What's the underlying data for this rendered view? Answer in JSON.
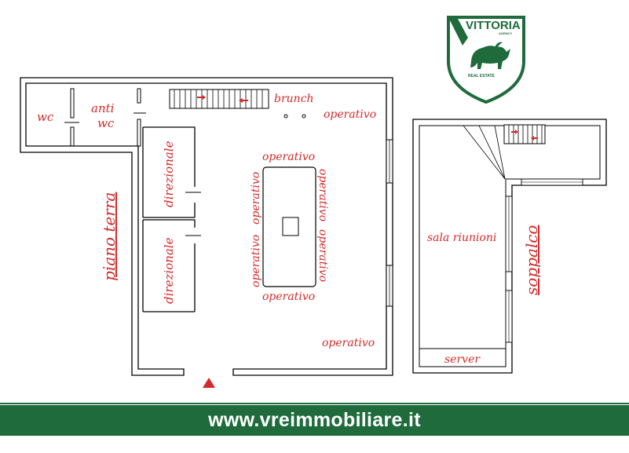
{
  "brand": {
    "logo_main": "VITTORIA",
    "logo_sub": "AGENCY",
    "logo_tag": "REAL ESTATE",
    "color": "#1f6b3c"
  },
  "plan": {
    "ground_floor_title": "piano terra",
    "mezzanine_title": "soppalco",
    "rooms": {
      "wc": "wc",
      "anti_line1": "anti",
      "anti_line2": "wc",
      "brunch": "brunch",
      "operativo_top_right": "operativo",
      "operativo_table_top": "operativo",
      "operativo_table_bottom": "operativo",
      "operativo_left_outer": "operativo",
      "operativo_left_inner": "operativo",
      "operativo_right_upper": "operativo",
      "operativo_right_lower": "operativo",
      "operativo_bottom_right": "operativo",
      "direzionale_upper": "direzionale",
      "direzionale_lower": "direzionale",
      "sala_riunioni": "sala riunioni",
      "server": "server"
    },
    "label_color": "#d42a2a"
  },
  "footer": {
    "url": "www.vreimmobiliare.it",
    "color": "#1f6b3c"
  }
}
